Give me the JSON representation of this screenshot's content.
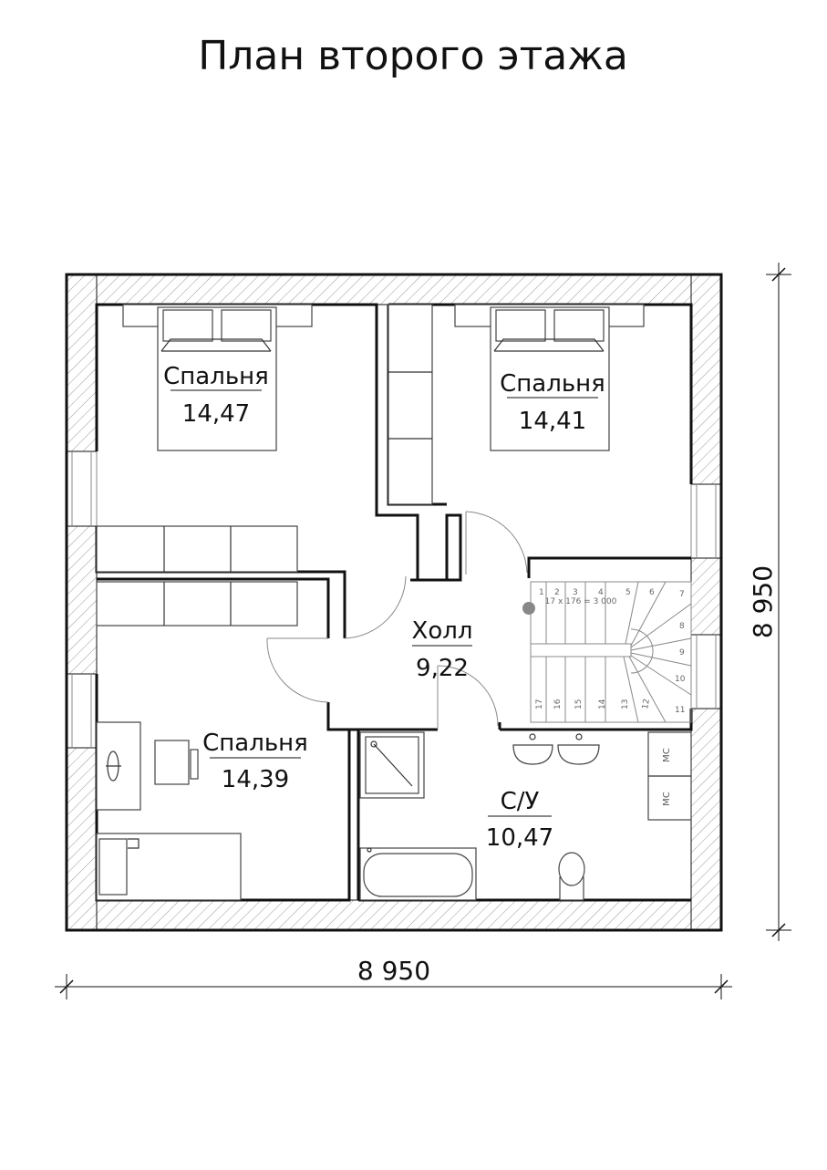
{
  "title": "План второго этажа",
  "rooms": [
    {
      "name": "Спальня",
      "area": "14,47"
    },
    {
      "name": "Спальня",
      "area": "14,41"
    },
    {
      "name": "Холл",
      "area": "9,22"
    },
    {
      "name": "Спальня",
      "area": "14,39"
    },
    {
      "name": "С/У",
      "area": "10,47"
    }
  ],
  "dimensions": {
    "width": "8 950",
    "height": "8 950"
  },
  "stair": {
    "formula": "17 x 176 = 3 000",
    "steps": [
      "1",
      "2",
      "3",
      "4",
      "5",
      "6",
      "7",
      "8",
      "9",
      "10",
      "11",
      "12",
      "13",
      "14",
      "15",
      "16",
      "17"
    ]
  },
  "fixtures": {
    "cabinet_label": "МС"
  }
}
